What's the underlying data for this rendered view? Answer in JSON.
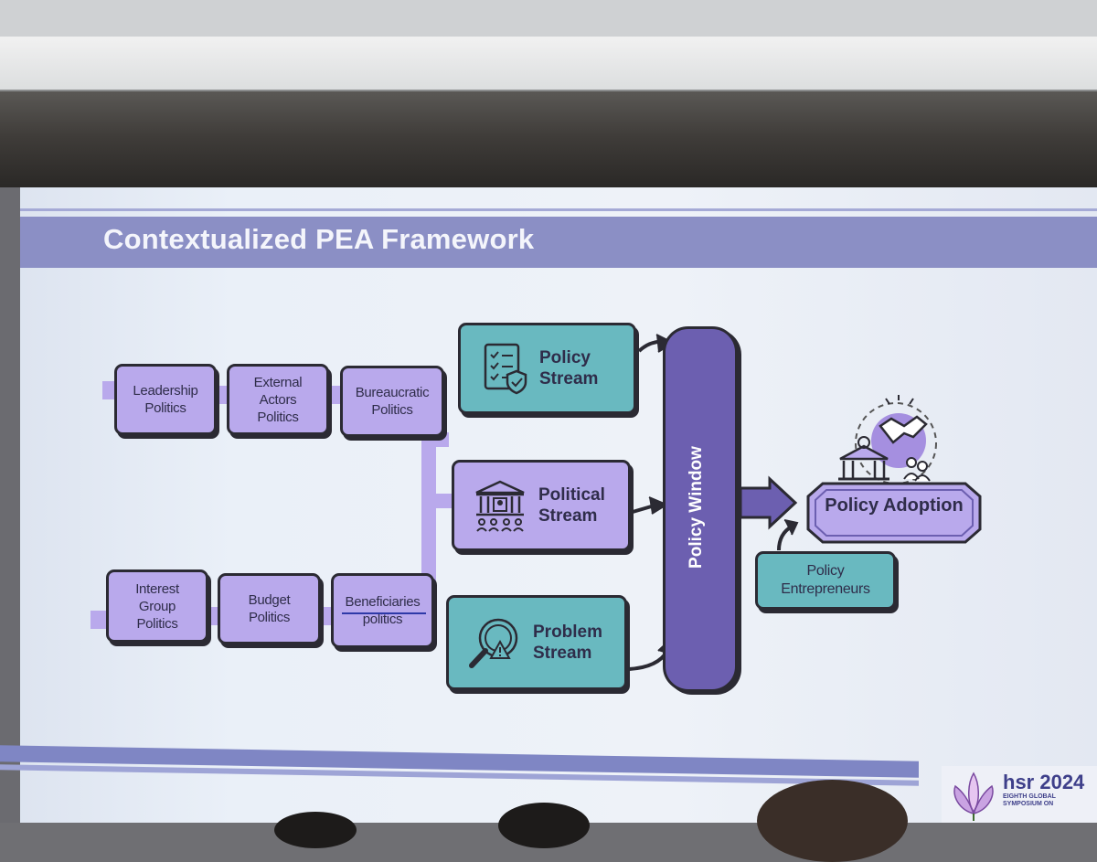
{
  "slide": {
    "title": "Contextualized PEA Framework"
  },
  "politics_top": [
    "Leadership\nPolitics",
    "External\nActors\nPolitics",
    "Bureaucratic\nPolitics"
  ],
  "politics_bottom": [
    "Interest\nGroup\nPolitics",
    "Budget\nPolitics",
    "Beneficiaries\npolitics"
  ],
  "streams": {
    "policy": "Policy\nStream",
    "political": "Political\nStream",
    "problem": "Problem\nStream"
  },
  "policy_window": "Policy Window",
  "policy_adoption": "Policy Adoption",
  "policy_entrepreneurs": "Policy\nEntrepreneurs",
  "logo": {
    "word": "hsr 2024",
    "subtitle": "EIGHTH GLOBAL\nSYMPOSIUM ON"
  },
  "colors": {
    "title_bar": "#8b8fc5",
    "politics_box": "#b9a9ec",
    "stream_box": "#69b9c0",
    "policy_window": "#6c5fb0"
  }
}
